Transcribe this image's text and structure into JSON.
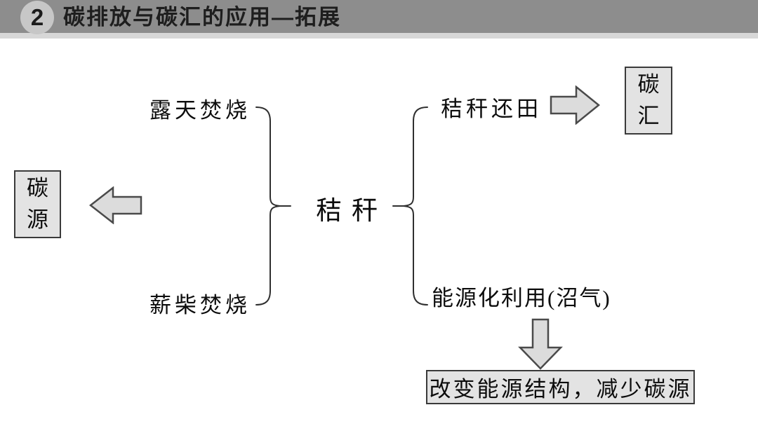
{
  "header": {
    "badge": "2",
    "title": "碳排放与碳汇的应用—拓展"
  },
  "diagram": {
    "center_node": "秸秆",
    "left_branch": {
      "items": [
        "露天焚烧",
        "薪柴焚烧"
      ],
      "result": "碳源"
    },
    "right_branch": {
      "items": [
        "秸秆还田",
        "能源化利用(沼气)"
      ],
      "top_result": "碳汇",
      "bottom_result": "改变能源结构，减少碳源"
    }
  },
  "icons": {
    "arrow_left": "block-arrow-left",
    "arrow_right": "block-arrow-right",
    "arrow_down": "block-arrow-down",
    "brace_left": "curly-brace-closing",
    "brace_right": "curly-brace-opening"
  },
  "colors": {
    "background": "#ffffff",
    "header_bar": "#8d8d8d",
    "header_strip": "#d7d7d7",
    "badge_circle": "#c7c7c7",
    "box_fill": "#e3e3e3",
    "box_border": "#3a3a3a",
    "arrow_fill": "#dcdcdc",
    "arrow_border": "#4a4a4a",
    "brace_stroke": "#2f2f2f",
    "text": "#111111"
  }
}
